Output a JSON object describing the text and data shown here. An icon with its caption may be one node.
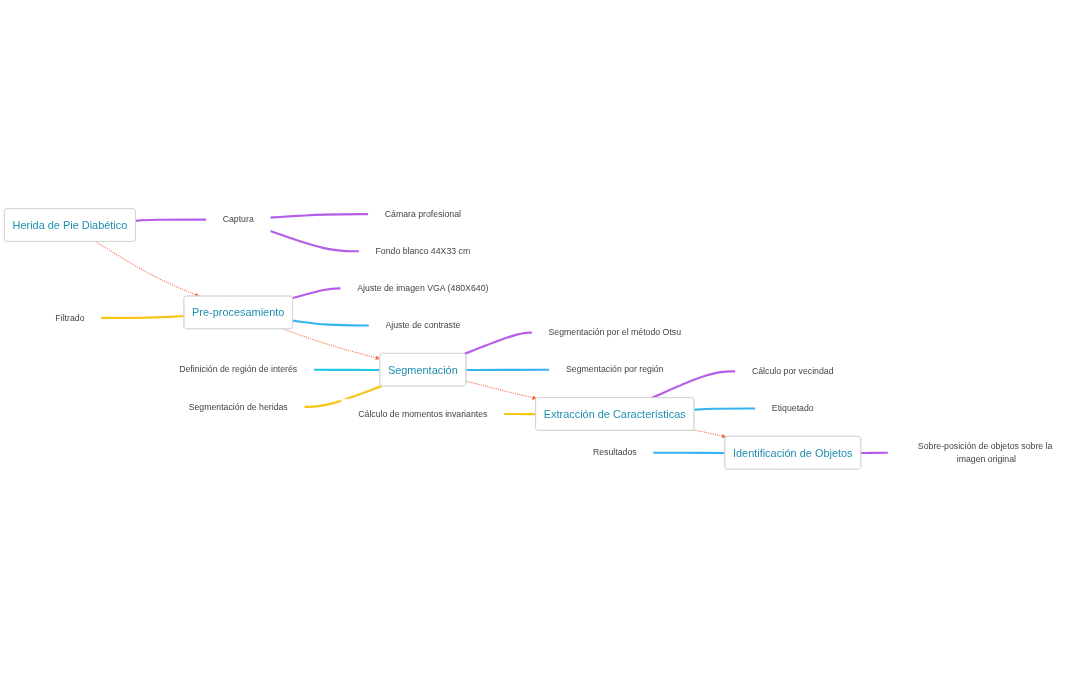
{
  "diagram": {
    "nodes": [
      {
        "text": [
          "Herida de Pie Diabético"
        ]
      },
      {
        "text": [
          "Captura"
        ]
      },
      {
        "text": [
          "Cámara profesional"
        ]
      },
      {
        "text": [
          "Fondo blanco 44X33 cm"
        ]
      },
      {
        "text": [
          "Pre-procesamiento"
        ]
      },
      {
        "text": [
          "Filtrado"
        ]
      },
      {
        "text": [
          "Ajuste de imagen VGA (480X640)"
        ]
      },
      {
        "text": [
          "Ajuste de contraste"
        ]
      },
      {
        "text": [
          "Segmentación"
        ]
      },
      {
        "text": [
          "Definición de región de interés"
        ]
      },
      {
        "text": [
          "Segmentación de heridas"
        ]
      },
      {
        "text": [
          "Segmentación por el método Otsu"
        ]
      },
      {
        "text": [
          "Segmentación por región"
        ]
      },
      {
        "text": [
          "Extracción de Características"
        ]
      },
      {
        "text": [
          "Cálculo de momentos invariantes"
        ]
      },
      {
        "text": [
          "Cálculo por vecindad"
        ]
      },
      {
        "text": [
          "Etiquetado"
        ]
      },
      {
        "text": [
          "Identificación de Objetos"
        ]
      },
      {
        "text": [
          "Resultados"
        ]
      },
      {
        "text": [
          "Sobre-posición de objetos sobre la imagen original"
        ]
      }
    ],
    "edges": [
      {
        "from": 0,
        "to": 1,
        "arrow": "none",
        "color": "#b65de8"
      },
      {
        "from": 1,
        "to": 2,
        "arrow": "none",
        "color": "#b65de8"
      },
      {
        "from": 1,
        "to": 3,
        "arrow": "none",
        "color": "#b65de8"
      },
      {
        "from": 0,
        "to": 4,
        "arrow": "to",
        "style": "dashed",
        "color": "#f4774f"
      },
      {
        "from": 4,
        "to": 5,
        "arrow": "none",
        "color": "#f5c518"
      },
      {
        "from": 4,
        "to": 6,
        "arrow": "none",
        "color": "#b65de8"
      },
      {
        "from": 4,
        "to": 7,
        "arrow": "none",
        "color": "#35b4f0"
      },
      {
        "from": 4,
        "to": 8,
        "arrow": "to",
        "style": "dashed",
        "color": "#f4774f"
      },
      {
        "from": 8,
        "to": 9,
        "arrow": "none",
        "color": "#22c8e0"
      },
      {
        "from": 8,
        "to": 10,
        "arrow": "none",
        "color": "#f5c518"
      },
      {
        "from": 8,
        "to": 11,
        "arrow": "none",
        "color": "#b65de8"
      },
      {
        "from": 8,
        "to": 12,
        "arrow": "none",
        "color": "#35b4f0"
      },
      {
        "from": 8,
        "to": 13,
        "arrow": "to",
        "style": "dashed",
        "color": "#f4774f"
      },
      {
        "from": 13,
        "to": 14,
        "arrow": "none",
        "color": "#f5c518"
      },
      {
        "from": 13,
        "to": 15,
        "arrow": "none",
        "color": "#b65de8"
      },
      {
        "from": 13,
        "to": 16,
        "arrow": "none",
        "color": "#35b4f0"
      },
      {
        "from": 13,
        "to": 17,
        "arrow": "to",
        "style": "dashed",
        "color": "#f4774f"
      },
      {
        "from": 17,
        "to": 18,
        "arrow": "none",
        "color": "#35b4f0"
      },
      {
        "from": 17,
        "to": 19,
        "arrow": "none",
        "color": "#b65de8"
      }
    ]
  }
}
